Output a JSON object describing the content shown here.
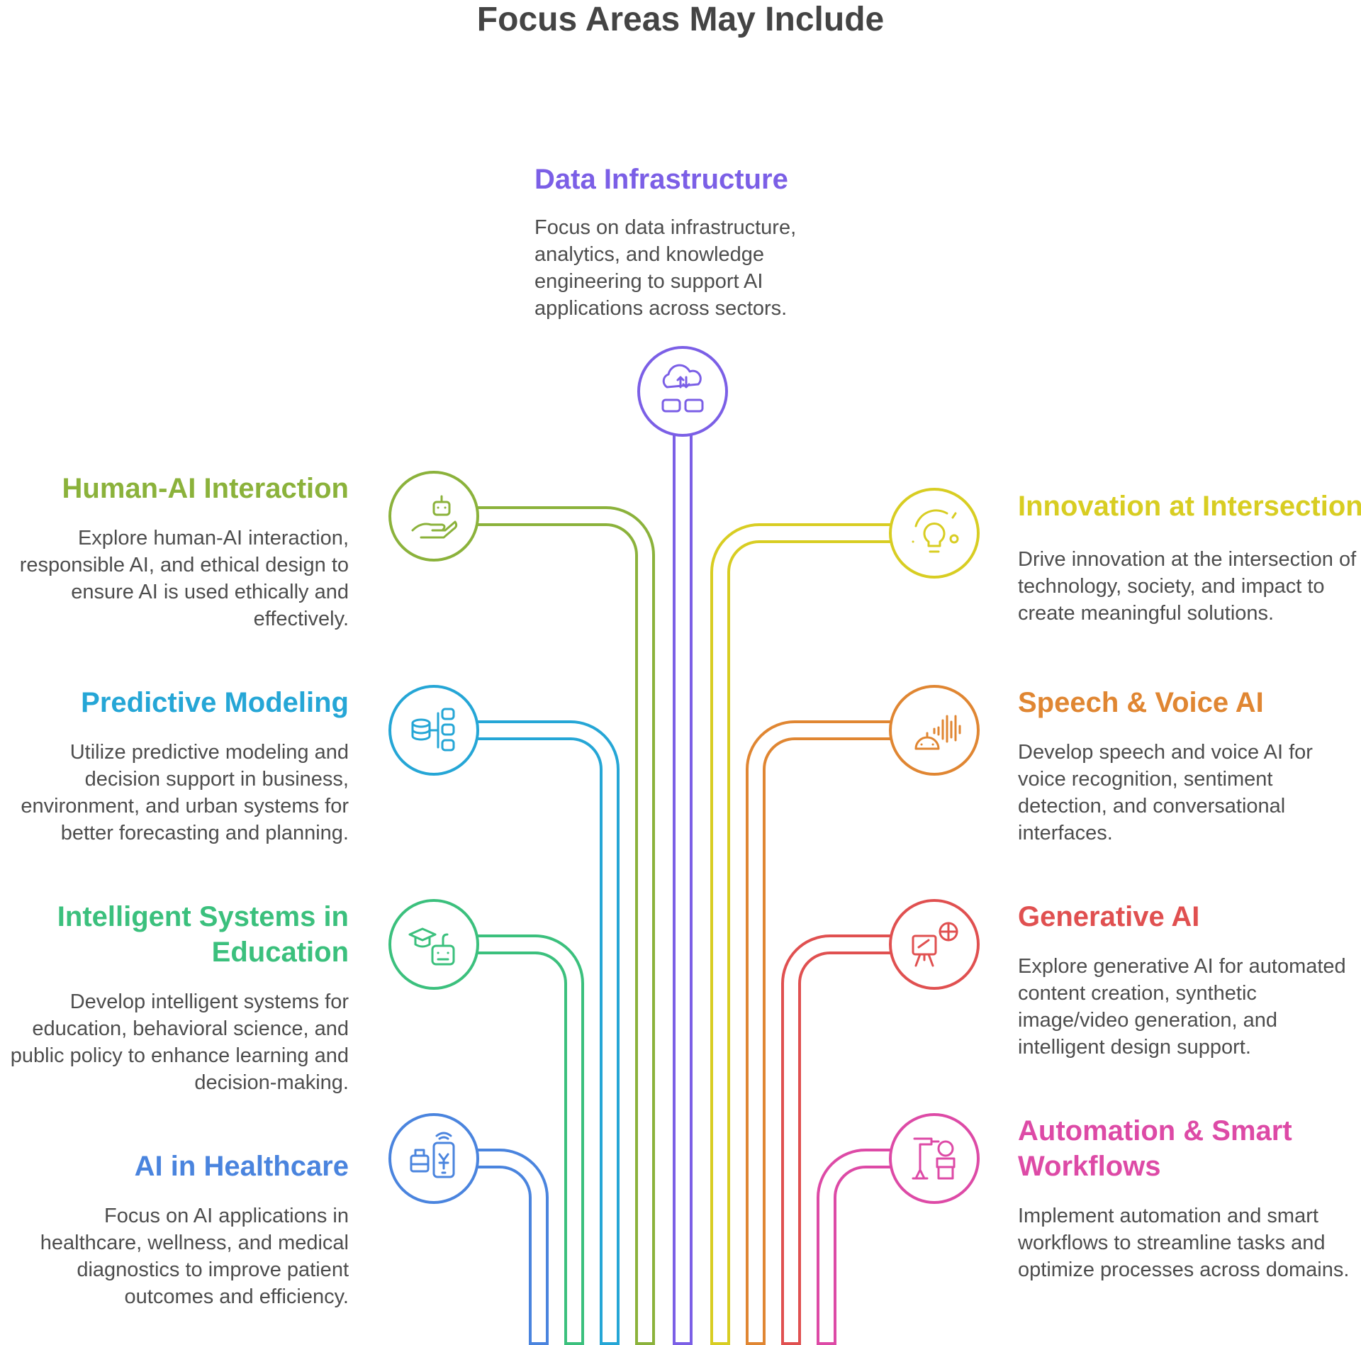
{
  "title": "Focus Areas May Include",
  "colors": {
    "data_infrastructure": "#7b5fe6",
    "human_ai": "#8bb23b",
    "predictive": "#25a6d6",
    "education": "#3bc07d",
    "healthcare": "#4a84de",
    "innovation": "#d8cd22",
    "speech": "#e08632",
    "generative": "#e05050",
    "automation": "#dd4aa6"
  },
  "items": {
    "data_infrastructure": {
      "title": "Data Infrastructure",
      "description": "Focus on data infrastructure, analytics, and knowledge engineering to support AI applications across sectors.",
      "icon": "cloud-server-icon"
    },
    "human_ai": {
      "title": "Human-AI Interaction",
      "description": "Explore human-AI interaction, responsible AI, and ethical design to ensure AI is used ethically and effectively.",
      "icon": "robot-hand-icon"
    },
    "predictive": {
      "title": "Predictive Modeling",
      "description": "Utilize predictive modeling and decision support in business, environment, and urban systems for better forecasting and planning.",
      "icon": "database-flow-icon"
    },
    "education": {
      "title": "Intelligent Systems in Education",
      "description": "Develop intelligent systems for education, behavioral science, and public policy to enhance learning and decision-making.",
      "icon": "graduation-robot-icon"
    },
    "healthcare": {
      "title": "AI in Healthcare",
      "description": "Focus on AI applications in healthcare, wellness, and medical diagnostics to improve patient outcomes and efficiency.",
      "icon": "mobile-health-icon"
    },
    "innovation": {
      "title": "Innovation at Intersection",
      "description": "Drive innovation at the intersection of technology, society, and impact to create meaningful solutions.",
      "icon": "lightbulb-icon"
    },
    "speech": {
      "title": "Speech & Voice AI",
      "description": "Develop speech and voice AI for voice recognition, sentiment detection, and conversational interfaces.",
      "icon": "voice-robot-icon"
    },
    "generative": {
      "title": "Generative AI",
      "description": "Explore generative AI for automated content creation, synthetic image/video generation, and intelligent design support.",
      "icon": "easel-icon"
    },
    "automation": {
      "title": "Automation & Smart Workflows",
      "description": "Implement automation and smart workflows to streamline tasks and optimize processes across domains.",
      "icon": "robot-arm-icon"
    }
  }
}
